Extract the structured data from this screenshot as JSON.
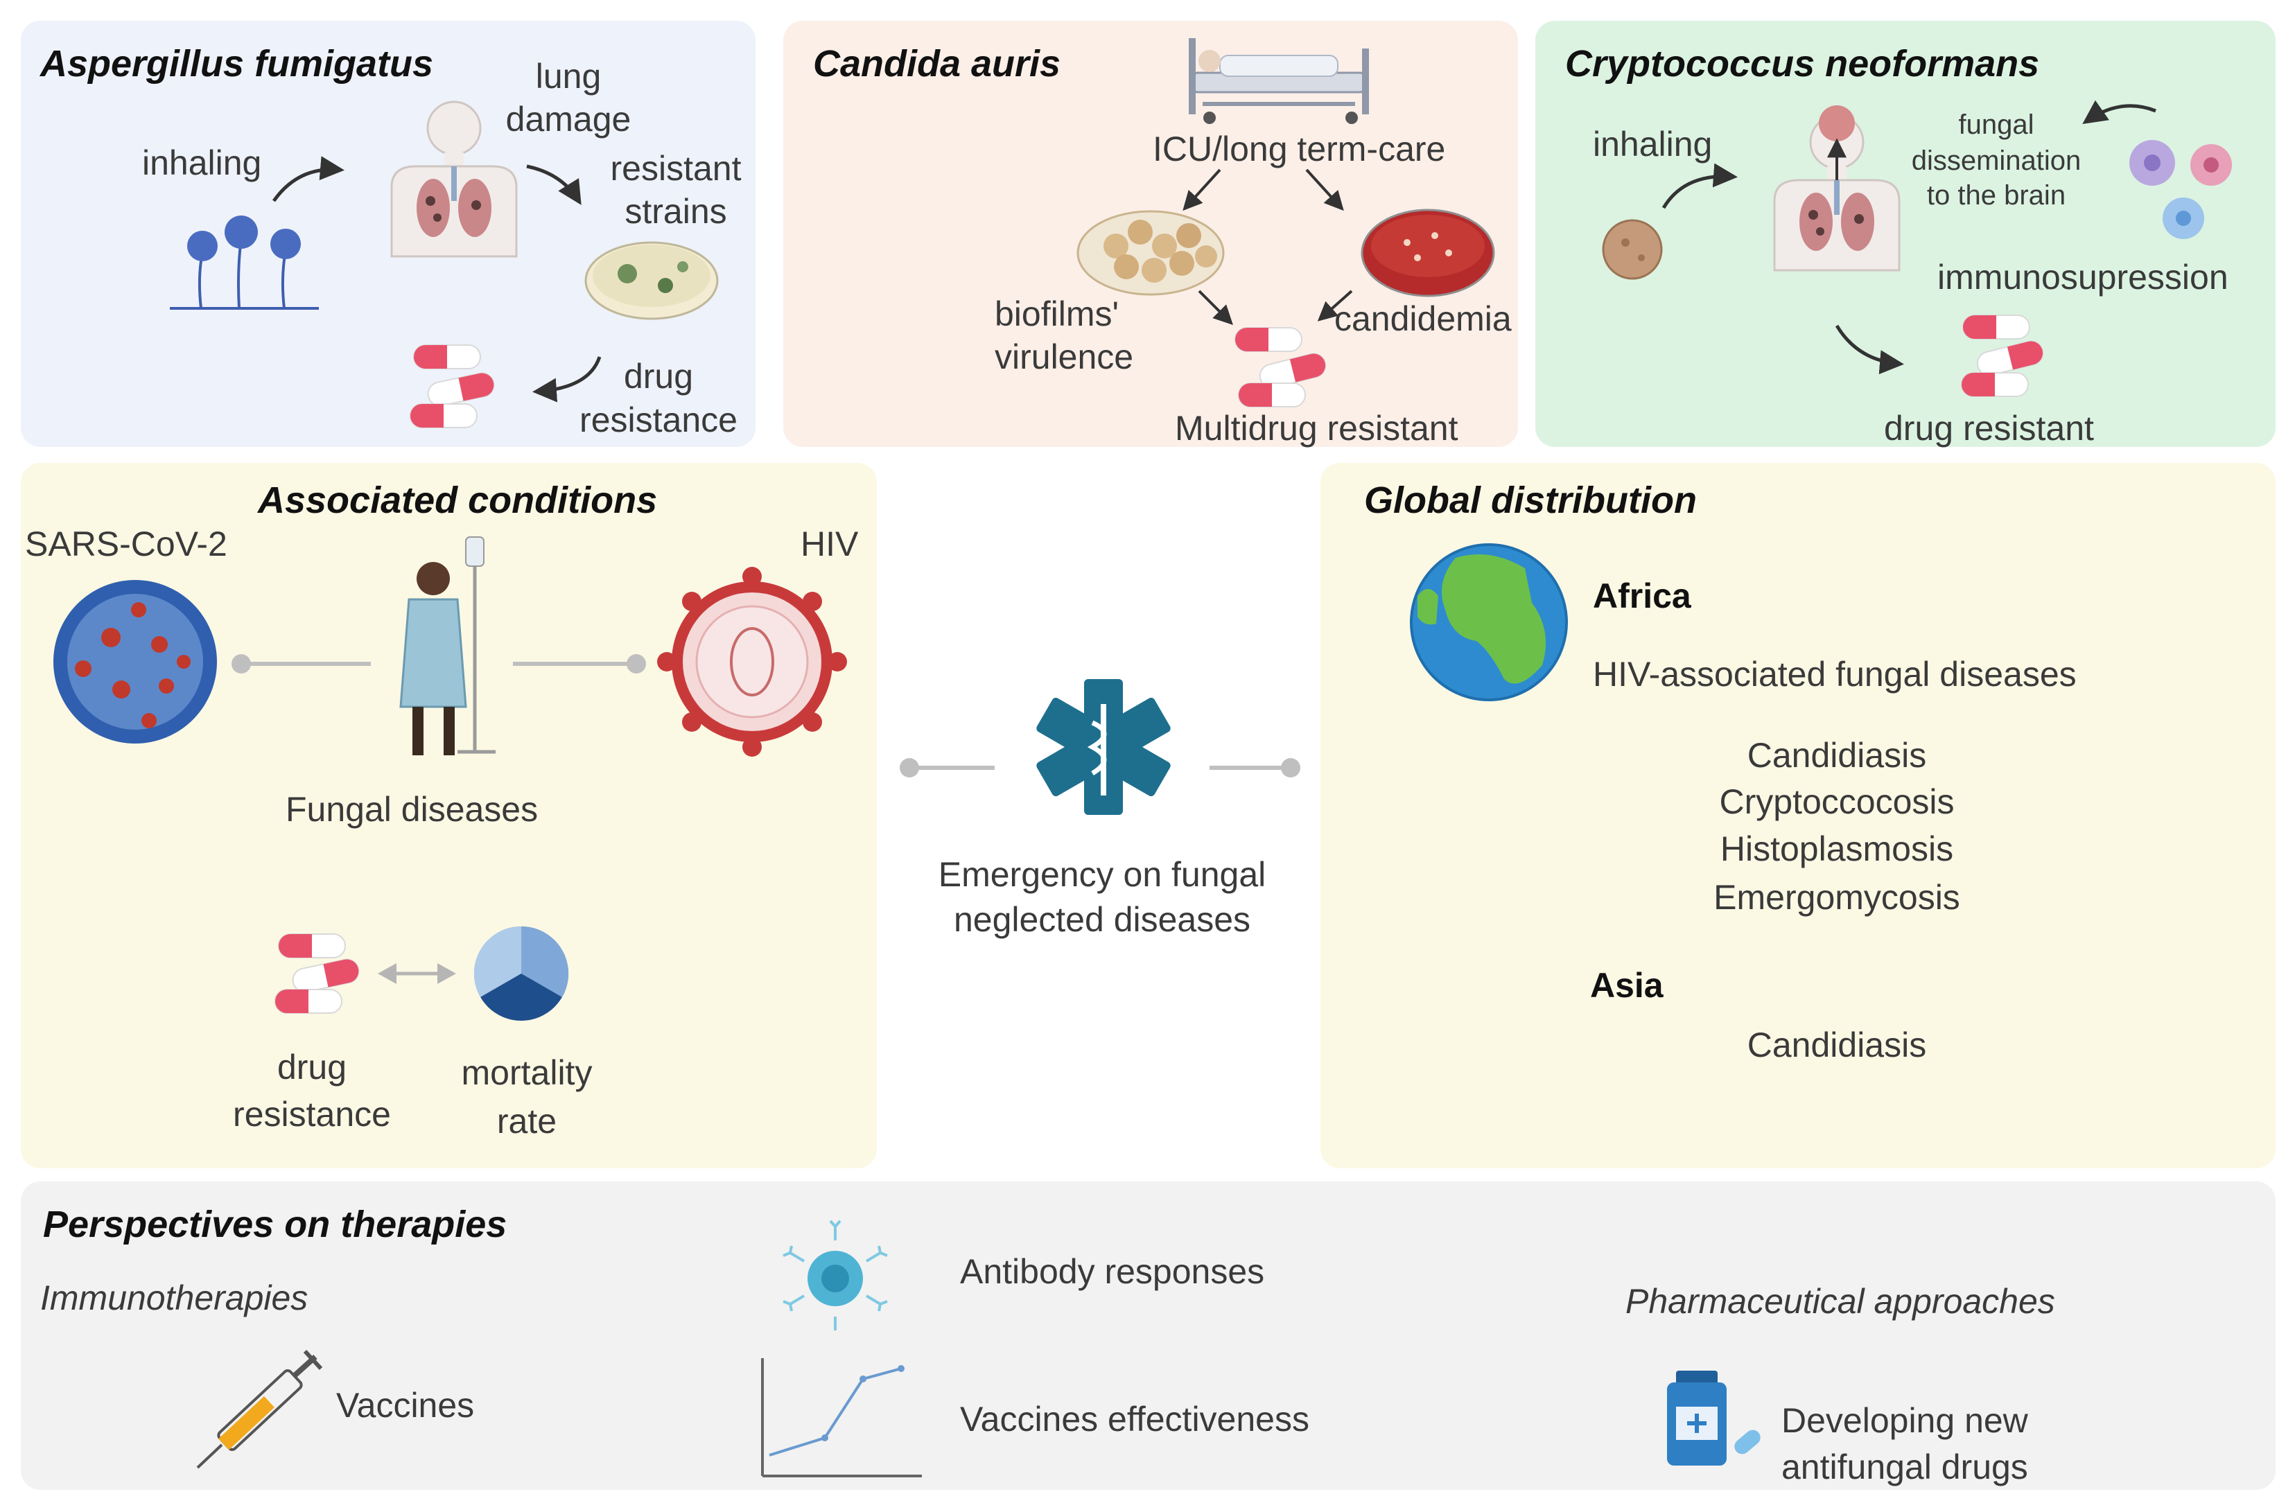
{
  "aspergillus": {
    "title": "Aspergillus fumigatus",
    "inhaling": "inhaling",
    "lung_damage_1": "lung",
    "lung_damage_2": "damage",
    "resistant_1": "resistant",
    "resistant_2": "strains",
    "drug_1": "drug",
    "drug_2": "resistance"
  },
  "candida": {
    "title": "Candida auris",
    "icu": "ICU/long term-care",
    "biofilms_1": "biofilms'",
    "biofilms_2": "virulence",
    "candidemia": "candidemia",
    "multidrug": "Multidrug resistant"
  },
  "cryptococcus": {
    "title": "Cryptococcus neoformans",
    "inhaling": "inhaling",
    "dissem_1": "fungal",
    "dissem_2": "dissemination",
    "dissem_3": "to the brain",
    "immuno": "immunosupression",
    "drug": "drug resistant"
  },
  "associated": {
    "title": "Associated conditions",
    "sars": "SARS-CoV-2",
    "hiv": "HIV",
    "fungal": "Fungal diseases",
    "drug_1": "drug",
    "drug_2": "resistance",
    "mortality_1": "mortality",
    "mortality_2": "rate"
  },
  "center": {
    "line_1": "Emergency on fungal",
    "line_2": "neglected diseases"
  },
  "global": {
    "title": "Global distribution",
    "africa": "Africa",
    "hiv_assoc": "HIV-associated fungal diseases",
    "africa_list": [
      "Candidiasis",
      "Cryptoccocosis",
      "Histoplasmosis",
      "Emergomycosis"
    ],
    "asia": "Asia",
    "asia_list": [
      "Candidiasis"
    ]
  },
  "perspectives": {
    "title": "Perspectives on therapies",
    "immuno": "Immunotherapies",
    "antibody": "Antibody responses",
    "pharma": "Pharmaceutical approaches",
    "vaccines": "Vaccines",
    "effectiveness": "Vaccines effectiveness",
    "developing_1": "Developing new",
    "developing_2": "antifungal drugs"
  },
  "colors": {
    "panel_blue": "#eef2fa",
    "panel_peach": "#fcefe8",
    "panel_green": "#dcf3e2",
    "panel_yellow": "#fbf8e4",
    "panel_gray": "#f2f2f2",
    "medical_teal": "#1e6f8e",
    "pill_pink": "#e8506a"
  }
}
